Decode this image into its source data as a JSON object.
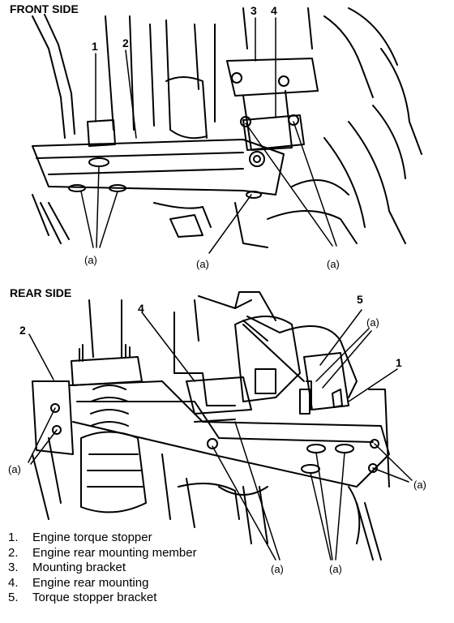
{
  "sections": {
    "front_title": "FRONT SIDE",
    "rear_title": "REAR SIDE"
  },
  "callouts": {
    "front": {
      "n1": "1",
      "n2": "2",
      "n3": "3",
      "n4": "4",
      "a_left": "(a)",
      "a_mid": "(a)",
      "a_right": "(a)"
    },
    "rear": {
      "n1": "1",
      "n2": "2",
      "n4": "4",
      "n5": "5",
      "a_top": "(a)",
      "a_left": "(a)",
      "a_right": "(a)",
      "a_bottom_mid": "(a)",
      "a_bottom_right": "(a)"
    }
  },
  "legend": [
    {
      "num": "1.",
      "text": "Engine torque stopper"
    },
    {
      "num": "2.",
      "text": "Engine rear mounting member"
    },
    {
      "num": "3.",
      "text": "Mounting bracket"
    },
    {
      "num": "4.",
      "text": "Engine rear mounting"
    },
    {
      "num": "5.",
      "text": "Torque stopper bracket"
    }
  ]
}
